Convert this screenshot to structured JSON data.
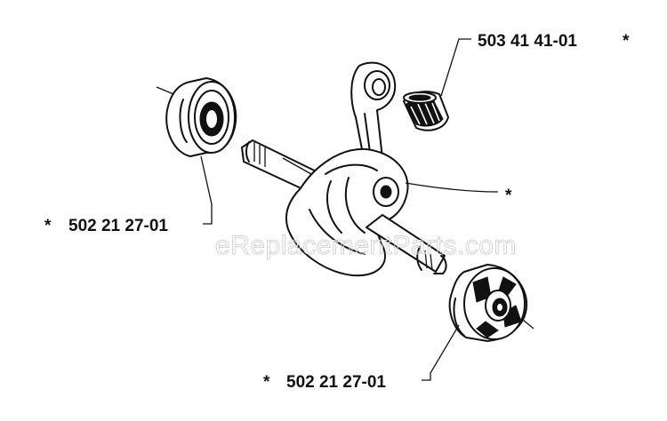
{
  "parts": [
    {
      "id": "needle-bearing",
      "part_number": "503 41 41-01",
      "star_left": "",
      "star_right": "*"
    },
    {
      "id": "crankshaft",
      "part_number": "",
      "star_left": "*",
      "star_right": ""
    },
    {
      "id": "bearing-upper",
      "part_number": "502 21 27-01",
      "star_left": "*",
      "star_right": ""
    },
    {
      "id": "bearing-lower",
      "part_number": "502 21 27-01",
      "star_left": "*",
      "star_right": ""
    }
  ],
  "watermark": "eReplacementParts.com"
}
